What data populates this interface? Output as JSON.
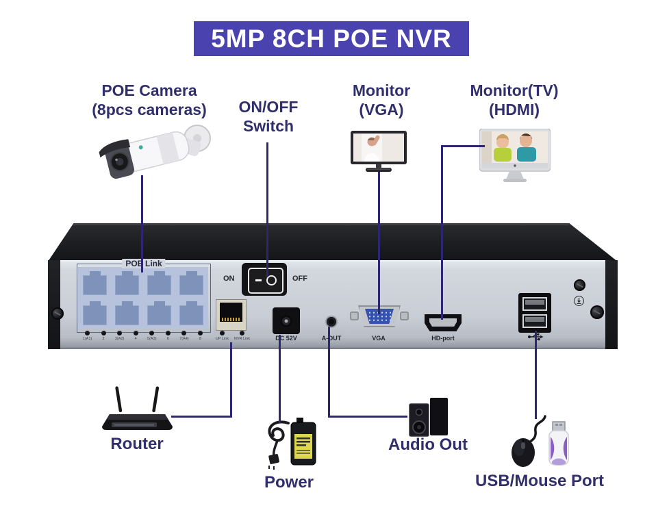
{
  "title": "5MP 8CH POE NVR",
  "colors": {
    "banner": "#4a43af",
    "label_text": "#312f6b",
    "connector_line": "#2d2673"
  },
  "callouts": {
    "poe_camera": {
      "line1": "POE Camera",
      "line2": "(8pcs cameras)"
    },
    "onoff_switch": {
      "line1": "ON/OFF",
      "line2": "Switch"
    },
    "monitor_vga": {
      "line1": "Monitor",
      "line2": "(VGA)"
    },
    "monitor_hdmi": {
      "line1": "Monitor(TV)",
      "line2": "(HDMI)"
    },
    "router": "Router",
    "power": "Power",
    "audio_out": "Audio Out",
    "usb_mouse": "USB/Mouse Port"
  },
  "nvr": {
    "poe_group_label": "POE Link",
    "port_leds": [
      "1(A1)",
      "2",
      "3(A2)",
      "4",
      "5(A3)",
      "6",
      "7(A4)",
      "8"
    ],
    "uplink_led_labels": [
      "UP Link",
      "NVR Link"
    ],
    "switch": {
      "on": "ON",
      "off": "OFF"
    },
    "ports": {
      "dc": "DC 52V",
      "audio": "A-OUT",
      "vga": "VGA",
      "hdmi": "HD-port"
    }
  }
}
